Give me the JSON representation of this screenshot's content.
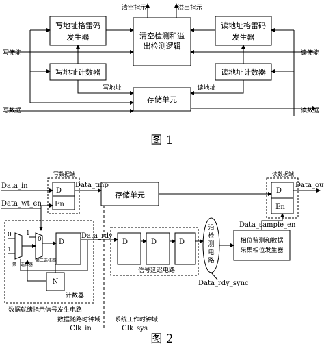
{
  "fig1": {
    "caption": "图 1",
    "write_gray_gen": [
      "写地址格雷码",
      "发生器"
    ],
    "read_gray_gen": [
      "读地址格雷码",
      "发生器"
    ],
    "detect_logic": [
      "清空检测和溢",
      "出检测逻辑"
    ],
    "write_counter": "写地址计数器",
    "read_counter": "读地址计数器",
    "storage": "存储单元",
    "clear_flag": "清空指示",
    "overflow_flag": "溢出指示",
    "write_enable": "写使能",
    "read_enable": "读使能",
    "write_addr": "写地址",
    "read_addr": "读地址",
    "write_data": "写数据",
    "read_data": "读数据"
  },
  "fig2": {
    "caption": "图 2",
    "data_in": "Data_in",
    "data_wt_en": "Data_wt_en",
    "write_data_side": "写数据端",
    "data_tmp": "Data_tmp",
    "storage": "存储单元",
    "read_data_side": "读数据端",
    "data_out": "Data_out",
    "data_rdy": "Data_rdy",
    "data_sample_en": "Data_sample_en",
    "data_rdy_sync": "Data_rdy_sync",
    "edge_detect": [
      "沿",
      "检",
      "测",
      "电",
      "路"
    ],
    "phase_monitor": [
      "相位监测和数据",
      "采集相位发生器"
    ],
    "delay_circuit": "信号延迟电路",
    "counter": "计数器",
    "ready_gen": "数据就绪指示信号发生电路",
    "mux1_label": "第一选择器",
    "mux2_label": "第二选择器",
    "data_clock_domain": "数据随路时钟域",
    "clk_in": "Clk_in",
    "system_clock_domain": "系统工作时钟域",
    "clk_sys": "Clk_sys",
    "d": "D",
    "en": "En",
    "n": "N",
    "zero": "0",
    "one": "1"
  }
}
